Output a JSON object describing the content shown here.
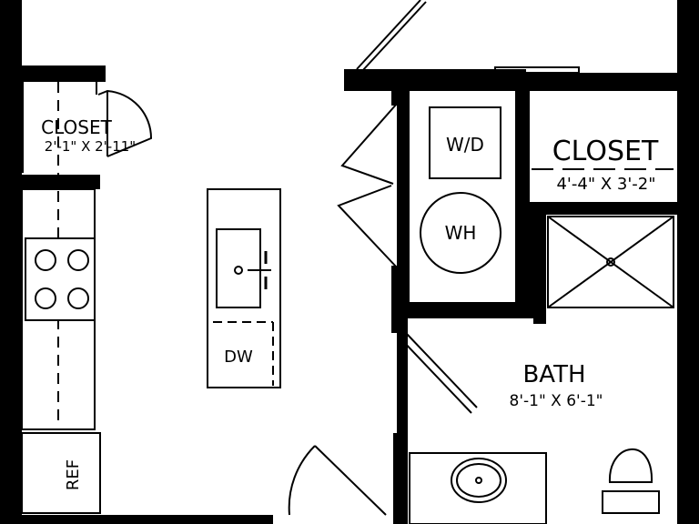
{
  "colors": {
    "wall": "#000000",
    "floor": "#ffffff",
    "line": "#000000"
  },
  "rooms": [
    {
      "id": "closet-small",
      "name": "CLOSET",
      "dims": "2'-1\" X 2'-11\""
    },
    {
      "id": "closet-large",
      "name": "CLOSET",
      "dims": "4'-4\" X 3'-2\""
    },
    {
      "id": "bath",
      "name": "BATH",
      "dims": "8'-1\" X 6'-1\""
    }
  ],
  "fixtures": {
    "washer_dryer": "W/D",
    "water_heater": "WH",
    "dishwasher": "DW",
    "refrigerator": "REF"
  }
}
